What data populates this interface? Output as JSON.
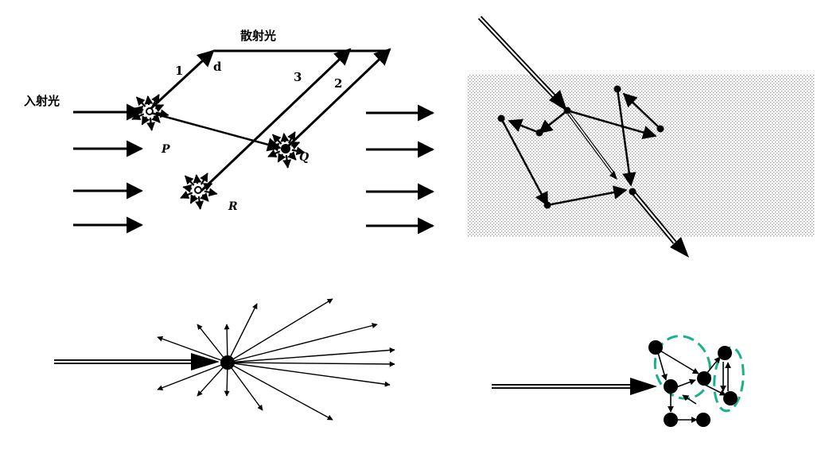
{
  "panel_scattering": {
    "scattered_light_label": "散射光",
    "incident_light_label": "入射光",
    "ray_1": "1",
    "ray_2": "2",
    "ray_3": "3",
    "point_d": "d",
    "point_p": "P",
    "point_q": "Q",
    "point_r": "R"
  },
  "colors": {
    "ink": "#000000",
    "medium_dots": "#9a9a9a",
    "cluster_outline": "#19b08d"
  }
}
